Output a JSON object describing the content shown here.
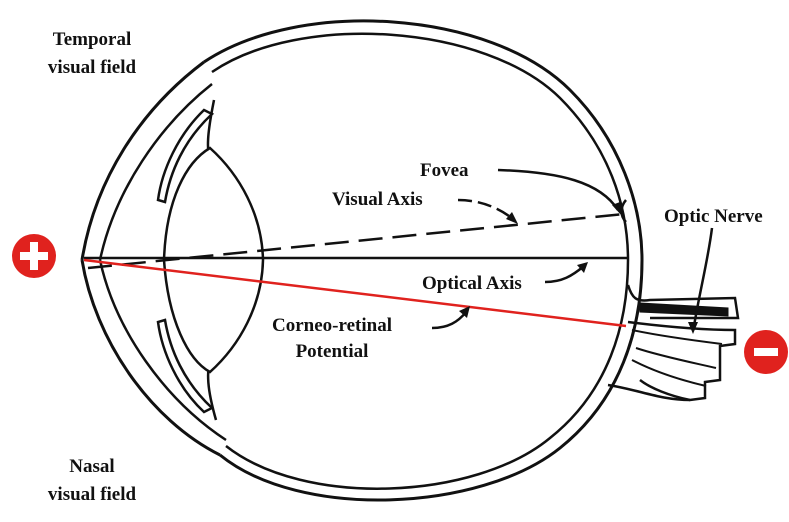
{
  "labels": {
    "temporal_line1": "Temporal",
    "temporal_line2": "visual field",
    "nasal_line1": "Nasal",
    "nasal_line2": "visual field",
    "fovea": "Fovea",
    "visual_axis": "Visual Axis",
    "optic_nerve": "Optic Nerve",
    "optical_axis": "Optical Axis",
    "corneo_line1": "Corneo-retinal",
    "corneo_line2": "Potential"
  },
  "colors": {
    "line": "#111111",
    "potential": "#e0221e",
    "background": "#ffffff"
  },
  "icons": {
    "positive": "plus-circle-icon",
    "negative": "minus-circle-icon"
  }
}
